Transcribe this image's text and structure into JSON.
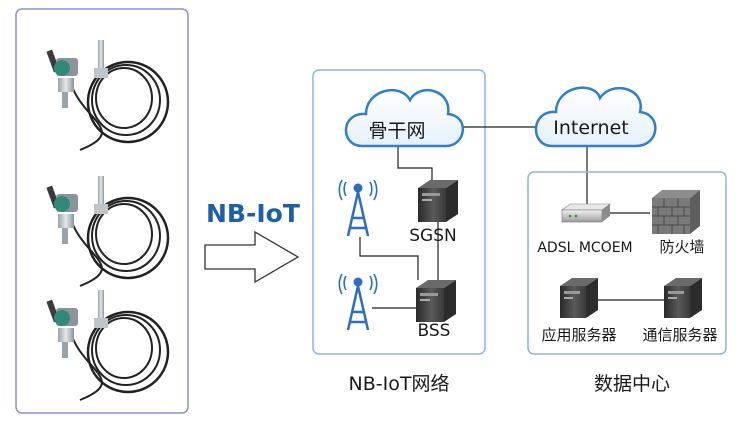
{
  "protocol_label": "NB-IoT",
  "cloud_backbone": "骨干网",
  "cloud_internet": "Internet",
  "node_sgsn": "SGSN",
  "node_bss": "BSS",
  "node_adsl": "ADSL MCOEM",
  "node_firewall": "防火墙",
  "node_app_server": "应用服务器",
  "node_comm_server": "通信服务器",
  "caption_network": "NB-IoT网络",
  "caption_datacenter": "数据中心",
  "colors": {
    "panel_border": "#8a8fd6",
    "network_border": "#8fb4e0",
    "protocol_text": "#1f5fa8",
    "cloud_stroke": "#2f7fd1",
    "tower": "#2b6fc1",
    "cable": "#222222"
  }
}
